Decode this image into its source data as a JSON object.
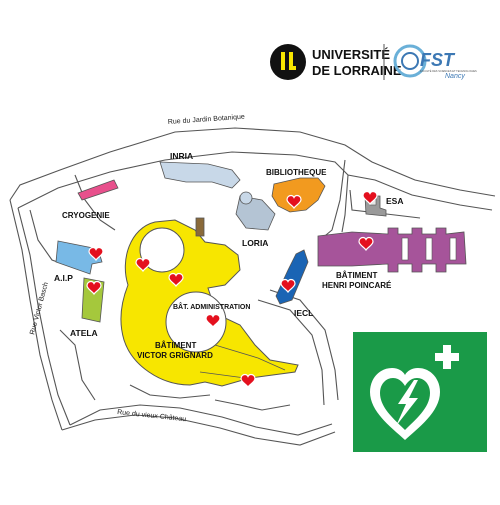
{
  "logos": {
    "university_line1": "UNIVERSITÉ",
    "university_line2": "DE LORRAINE",
    "fst_name": "FST",
    "fst_tagline1": "FACULTÉ DES SCIENCES ET TECHNOLOGIES",
    "fst_city": "Nancy"
  },
  "roads": {
    "jardin_botanique": "Rue du Jardin Botanique",
    "victor_basch": "Rue Victor Basch",
    "vieux_chateau": "Rue du vieux Château"
  },
  "buildings": {
    "inria": "INRIA",
    "bibliotheque": "BIBLIOTHEQUE",
    "esa": "ESA",
    "cryogenie": "CRYOGENIE",
    "loria": "LORIA",
    "aip": "A.I.P",
    "atela": "ATELA",
    "administration": "BÂT. ADMINISTRATION",
    "grignard_line1": "BÂTIMENT",
    "grignard_line2": "VICTOR GRIGNARD",
    "poincare_line1": "BÂTIMENT",
    "poincare_line2": "HENRI POINCARÉ",
    "iecl": "IECL"
  },
  "colors": {
    "grignard": "#f7e600",
    "cryogenie": "#e8508c",
    "aip": "#78b9e6",
    "atela": "#a5c83c",
    "inria": "#c8d8e8",
    "bibliotheque": "#f29a1f",
    "loria": "#b4c4d4",
    "poincare": "#a6549a",
    "iecl": "#1a64b4",
    "esa": "#9a9a9a",
    "heart": "#e4101e",
    "aed_sign": "#1a9a48"
  },
  "icons": {
    "defibrillator_marker": "heart-icon",
    "aed_sign": "aed-heart-lightning-icon"
  }
}
